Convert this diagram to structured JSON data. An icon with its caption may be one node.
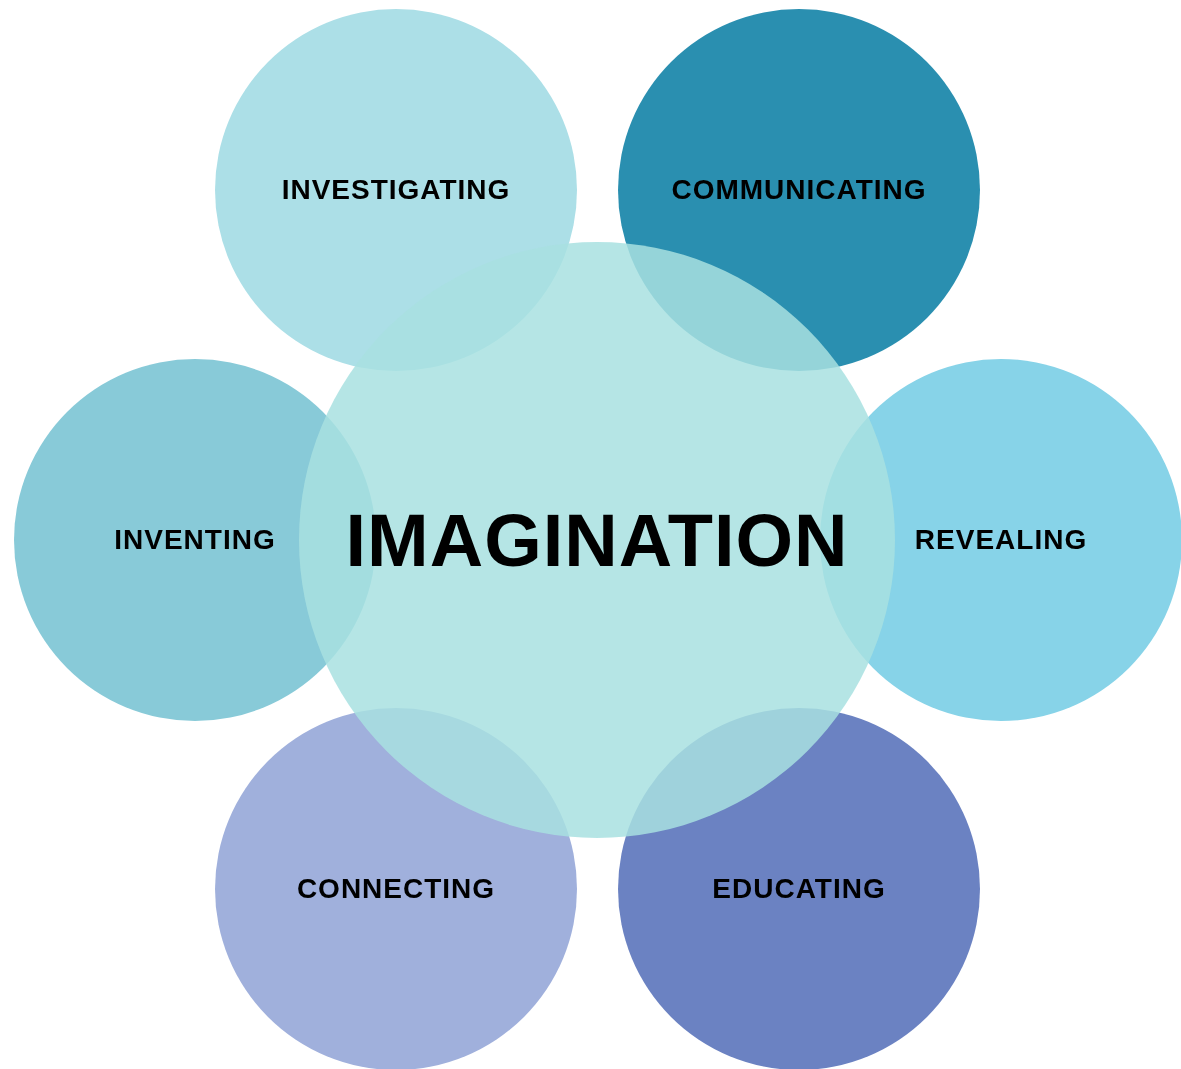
{
  "diagram": {
    "nodes": [
      {
        "text": [
          "INVESTIGATING"
        ]
      },
      {
        "text": [
          "COMMUNICATING"
        ]
      },
      {
        "text": [
          "INVENTING"
        ]
      },
      {
        "text": [
          "IMAGINATION"
        ]
      },
      {
        "text": [
          "REVEALING"
        ]
      },
      {
        "text": [
          "CONNECTING"
        ]
      },
      {
        "text": [
          "EDUCATING"
        ]
      }
    ]
  }
}
